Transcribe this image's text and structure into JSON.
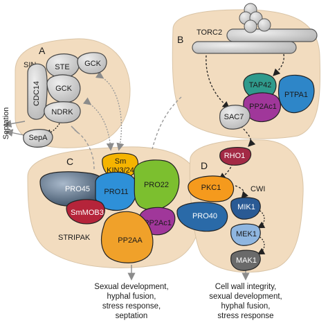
{
  "modules": {
    "A": {
      "letter": "A",
      "title": "SIN"
    },
    "B": {
      "letter": "B",
      "title": "TORC2"
    },
    "C": {
      "letter": "C",
      "title": "STRIPAK"
    },
    "D": {
      "letter": "D",
      "title": "CWI"
    }
  },
  "proteins": {
    "ste": "STE",
    "gck_top": "GCK",
    "cdc14": "CDC14",
    "gck_mid": "GCK",
    "ndrk": "NDRK",
    "sepa": "SepA",
    "tap42": "TAP42",
    "pp2ac1_b": "PP2Ac1",
    "ptpa1": "PTPA1",
    "sac7": "SAC7",
    "rho1": "RHO1",
    "pkc1": "PKC1",
    "mik1": "MIK1",
    "mek1": "MEK1",
    "mak1": "MAK1",
    "sm_line1": "Sm",
    "sm_line2": "KIN3/24",
    "pro45": "PRO45",
    "pro11": "PRO11",
    "pro22": "PRO22",
    "smmob3": "SmMOB3",
    "pp2ac1_c": "PP2Ac1",
    "pp2aa": "PP2AA",
    "pro40": "PRO40"
  },
  "outputs": {
    "septation": "Septation",
    "stripak_lines": [
      "Sexual development,",
      "hyphal fusion,",
      "stress response,",
      "septation"
    ],
    "cwi_lines": [
      "Cell wall integrity,",
      "sexual development,",
      "hyphal fusion,",
      "stress response"
    ]
  },
  "colors": {
    "region": "#f2dcbf",
    "grey_protein": "#c9c9c9",
    "tap42": "#2f9a8c",
    "pp2ac1": "#a0379a",
    "ptpa1": "#2e86c8",
    "sac7": "#cfcfcf",
    "rho1": "#a32a45",
    "pkc1": "#f59a1d",
    "mik1": "#2a5a94",
    "mek1": "#8fb6e0",
    "mak1": "#6a6a6a",
    "sm_kin": "#f5b400",
    "pro45": "#3e5570",
    "pro11": "#2e90d8",
    "pro22": "#7cbf2f",
    "smmob3": "#b5243a",
    "pp2aa": "#f0a12a",
    "pro40": "#2a6aa8"
  }
}
